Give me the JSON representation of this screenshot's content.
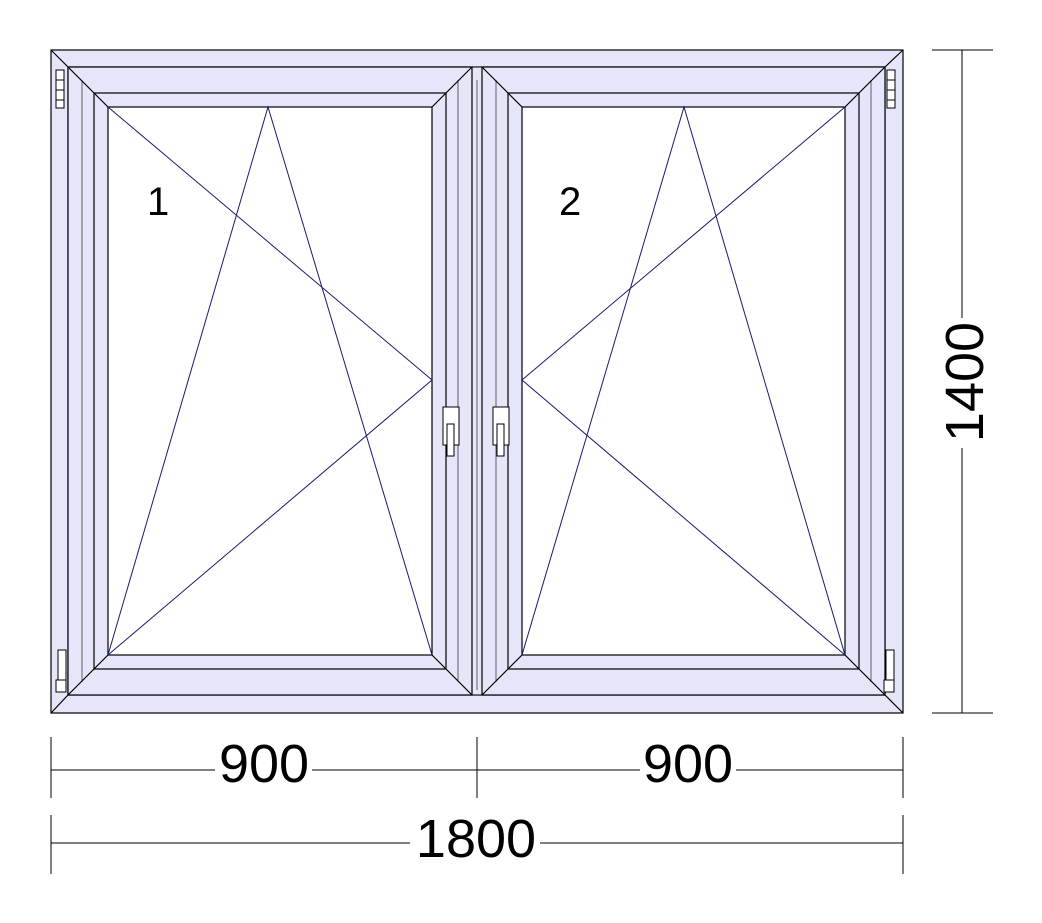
{
  "colors": {
    "frame_fill": "#e6e6fa",
    "outline": "#000000",
    "opening_lines": "#1a1a6e",
    "background": "#ffffff"
  },
  "sashes": [
    {
      "number": "1",
      "opening": "tilt-turn, hinged left",
      "handle_side": "right"
    },
    {
      "number": "2",
      "opening": "tilt-turn, hinged right",
      "handle_side": "left"
    }
  ],
  "dimensions": {
    "width_left": "900",
    "width_right": "900",
    "width_total": "1800",
    "height_total": "1400"
  },
  "icons": [
    "hinge-icon",
    "handle-icon"
  ]
}
